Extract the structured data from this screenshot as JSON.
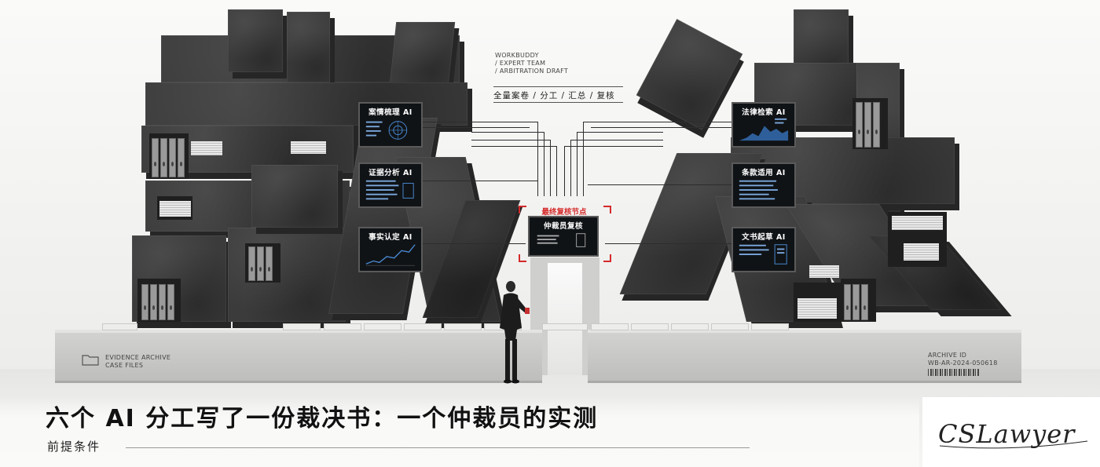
{
  "header_text": {
    "line1": "WORKBUDDY",
    "line2": "/ EXPERT TEAM",
    "line3": "/ ARBITRATION DRAFT",
    "workflow": "全量案卷 / 分工 / 汇总 / 复核"
  },
  "ai_screens": {
    "left": [
      "案情梳理 AI",
      "证据分析 AI",
      "事实认定 AI"
    ],
    "right": [
      "法律检索 AI",
      "条款适用 AI",
      "文书起草 AI"
    ]
  },
  "review_node": {
    "label": "最终复核节点",
    "screen": "仲裁员复核"
  },
  "archive_left": {
    "line1": "EVIDENCE ARCHIVE",
    "line2": "CASE FILES",
    "icon": "folder-icon"
  },
  "archive_right": {
    "line1": "ARCHIVE ID",
    "line2": "WB-AR-2024-050618"
  },
  "article": {
    "title": "六个 AI 分工写了一份裁决书：一个仲裁员的实测",
    "subtitle": "前提条件"
  },
  "logo": {
    "text": "CSLawyer"
  },
  "colors": {
    "accent_red": "#d42a2a",
    "stone": "#3b3b3b",
    "background": "#f3f3f2"
  }
}
